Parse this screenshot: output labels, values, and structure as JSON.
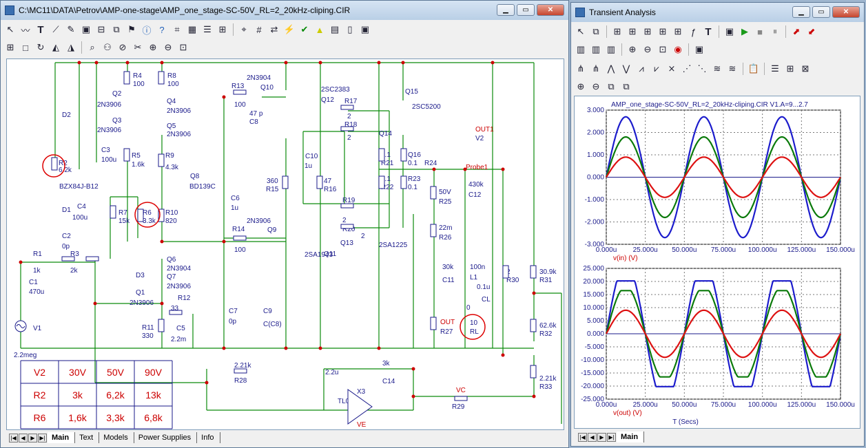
{
  "schematic_window": {
    "title": "C:\\MC11\\DATA\\Petrov\\AMP-one-stage\\AMP_one_stage-SC-50V_RL=2_20kHz-cliping.CIR",
    "tabs": [
      "Main",
      "Text",
      "Models",
      "Power Supplies",
      "Info"
    ],
    "active_tab": "Main",
    "toolbar_icons": [
      "select-arrow-icon",
      "wire-icon",
      "text-tool-icon",
      "line-icon",
      "pencil-icon",
      "component-icon",
      "copy-icon",
      "flag-icon",
      "info-icon",
      "help-icon",
      "node-icon",
      "grid-icon",
      "pin-icon",
      "probe-icon"
    ]
  },
  "analysis_window": {
    "title": "Transient Analysis",
    "tabs": [
      "Main"
    ],
    "active_tab": "Main"
  },
  "schematic": {
    "labels": [
      "R4",
      "100",
      "R8",
      "100",
      "Q2",
      "2N3906",
      "Q4",
      "2N3906",
      "Q3",
      "2N3906",
      "Q5",
      "2N3906",
      "D2",
      "C3",
      "100u",
      "R5",
      "1.6k",
      "R9",
      "4.3k",
      "Q8",
      "BD139C",
      "R2",
      "6.2k",
      "BZX84J-B12",
      "C4",
      "100u",
      "D1",
      "R7",
      "15k",
      "R6",
      "3.3k",
      "R10",
      "820",
      "C2",
      "0p",
      "R1",
      "1k",
      "R3",
      "2k",
      "C1",
      "470u",
      "D3",
      "Q6",
      "2N3904",
      "Q7",
      "2N3906",
      "Q1",
      "2N3906",
      "R12",
      "33",
      "R11",
      "330",
      "C5",
      "2.2m",
      "V1",
      "R13",
      "100",
      "2N3904",
      "Q10",
      "47 p",
      "C8",
      "C6",
      "1u",
      "R14",
      "100",
      "2N3906",
      "Q9",
      "C7",
      "0p",
      "C9",
      "C(C8)",
      "360",
      "R15",
      "C10",
      "1u",
      "47",
      "R16",
      "2SC2383",
      "Q12",
      "R17",
      "2",
      "R18",
      "2",
      "Q14",
      "0.1",
      "R21",
      "0.1",
      "R22",
      "R19",
      "2",
      "R20",
      "2",
      "Q13",
      "2SA1943",
      "Q11",
      "2SA1225",
      "Q15",
      "2SC5200",
      "Q16",
      "0.1",
      "R23",
      "0.1",
      "R24",
      "Probe1",
      "OUT1",
      "V2",
      "50V",
      "R25",
      "430k",
      "C12",
      "22m",
      "R26",
      "30k",
      "C11",
      "100n",
      "L1",
      "0.1u",
      "CL",
      "0",
      "OUT",
      "R27",
      "10",
      "RL",
      "2",
      "R30",
      "30.9k",
      "R31",
      "62.6k",
      "R32",
      "2.21k",
      "R33",
      "2.21k",
      "R28",
      "3k",
      "C14",
      "2.2u",
      "TL051I",
      "X3",
      "VE",
      "VC",
      "R29",
      "2.2meg"
    ],
    "table": {
      "rows": [
        [
          "V2",
          "30V",
          "50V",
          "90V"
        ],
        [
          "R2",
          "3k",
          "6,2k",
          "13k"
        ],
        [
          "R6",
          "1,6k",
          "3,3k",
          "6,8k"
        ]
      ]
    }
  },
  "chart_data": [
    {
      "type": "line",
      "title": "AMP_one_stage-SC-50V_RL=2_20kHz-cliping.CIR V1.A=9...2.7",
      "xlabel": "",
      "ylabel": "v(in) (V)",
      "x_ticks": [
        "0.000u",
        "25.000u",
        "50.000u",
        "75.000u",
        "100.000u",
        "125.000u",
        "150.000u"
      ],
      "y_ticks": [
        "3.000",
        "2.000",
        "1.000",
        "0.000",
        "-1.000",
        "-2.000",
        "-3.000"
      ],
      "xlim": [
        0,
        150
      ],
      "ylim": [
        -3,
        3
      ],
      "grid": true,
      "series": [
        {
          "color": "#1c1ccc",
          "amplitude": 2.7,
          "freq_khz": 20,
          "clip": null
        },
        {
          "color": "#0a7a0a",
          "amplitude": 1.8,
          "freq_khz": 20,
          "clip": null
        },
        {
          "color": "#dd1111",
          "amplitude": 0.9,
          "freq_khz": 20,
          "clip": null
        }
      ]
    },
    {
      "type": "line",
      "title": "",
      "xlabel": "T (Secs)",
      "ylabel": "v(out) (V)",
      "x_ticks": [
        "0.000u",
        "25.000u",
        "50.000u",
        "75.000u",
        "100.000u",
        "125.000u",
        "150.000u"
      ],
      "y_ticks": [
        "25.000",
        "20.000",
        "15.000",
        "10.000",
        "5.000",
        "0.000",
        "-5.000",
        "-10.000",
        "-15.000",
        "-20.000",
        "-25.000"
      ],
      "xlim": [
        0,
        150
      ],
      "ylim": [
        -25,
        25
      ],
      "grid": true,
      "series": [
        {
          "color": "#1c1ccc",
          "amplitude": 27,
          "freq_khz": 20,
          "clip": 20.2
        },
        {
          "color": "#0a7a0a",
          "amplitude": 18,
          "freq_khz": 20,
          "clip": 16.5
        },
        {
          "color": "#dd1111",
          "amplitude": 9,
          "freq_khz": 20,
          "clip": null
        }
      ]
    }
  ]
}
